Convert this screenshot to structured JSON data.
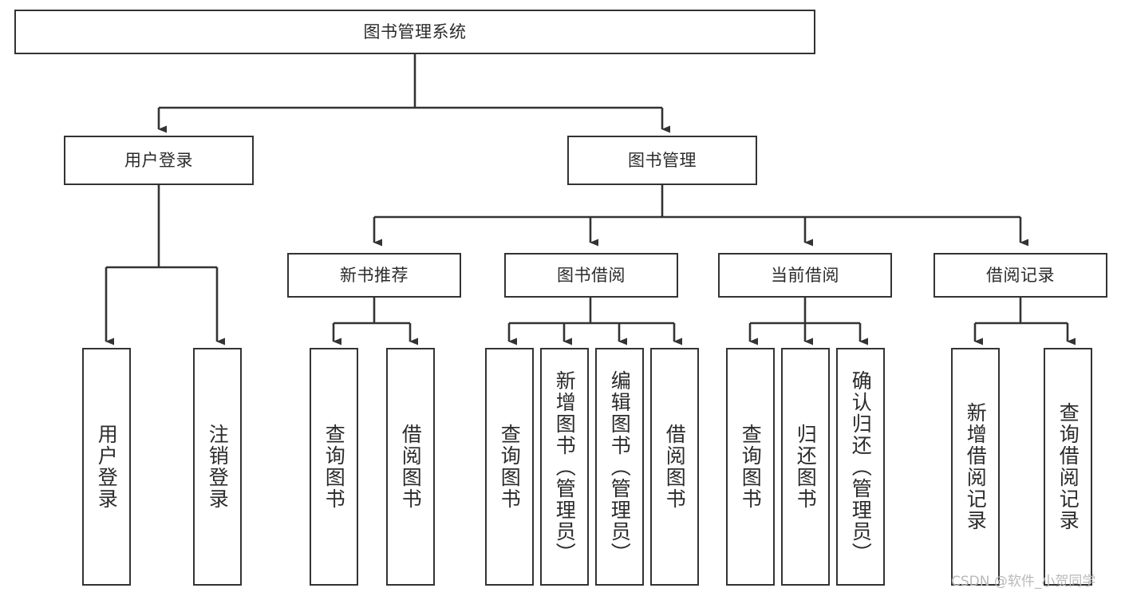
{
  "diagram": {
    "type": "tree-hierarchy",
    "title": "图书管理系统",
    "watermark": "CSDN @软件_小贺同学",
    "colors": {
      "box_border": "#333333",
      "box_fill": "#ffffff",
      "edge": "#333333",
      "text": "#2b2b2b",
      "watermark": "#b9b9b9",
      "background": "#ffffff"
    },
    "nodes": {
      "root": {
        "label": "图书管理系统"
      },
      "level2": [
        {
          "id": "user-login",
          "label": "用户登录"
        },
        {
          "id": "book-manage",
          "label": "图书管理"
        }
      ],
      "level3": [
        {
          "id": "new-book-rec",
          "label": "新书推荐"
        },
        {
          "id": "book-borrow",
          "label": "图书借阅"
        },
        {
          "id": "current-borrow",
          "label": "当前借阅"
        },
        {
          "id": "borrow-record",
          "label": "借阅记录"
        }
      ],
      "leaves": {
        "user_login": [
          {
            "id": "leaf-user-login",
            "label": "用户登录"
          },
          {
            "id": "leaf-logout-login",
            "label": "注销登录"
          }
        ],
        "new_book_rec": [
          {
            "id": "leaf-query-book-1",
            "label": "查询图书"
          },
          {
            "id": "leaf-borrow-book-1",
            "label": "借阅图书"
          }
        ],
        "book_borrow": [
          {
            "id": "leaf-query-book-2",
            "label": "查询图书"
          },
          {
            "id": "leaf-add-book",
            "label": "新增图书（管理员）"
          },
          {
            "id": "leaf-edit-book",
            "label": "编辑图书（管理员）"
          },
          {
            "id": "leaf-borrow-book-2",
            "label": "借阅图书"
          }
        ],
        "current_borrow": [
          {
            "id": "leaf-query-book-3",
            "label": "查询图书"
          },
          {
            "id": "leaf-return-book",
            "label": "归还图书"
          },
          {
            "id": "leaf-confirm-return",
            "label": "确认归还（管理员）"
          }
        ],
        "borrow_record": [
          {
            "id": "leaf-add-record",
            "label": "新增借阅记录"
          },
          {
            "id": "leaf-query-record",
            "label": "查询借阅记录"
          }
        ]
      }
    }
  }
}
